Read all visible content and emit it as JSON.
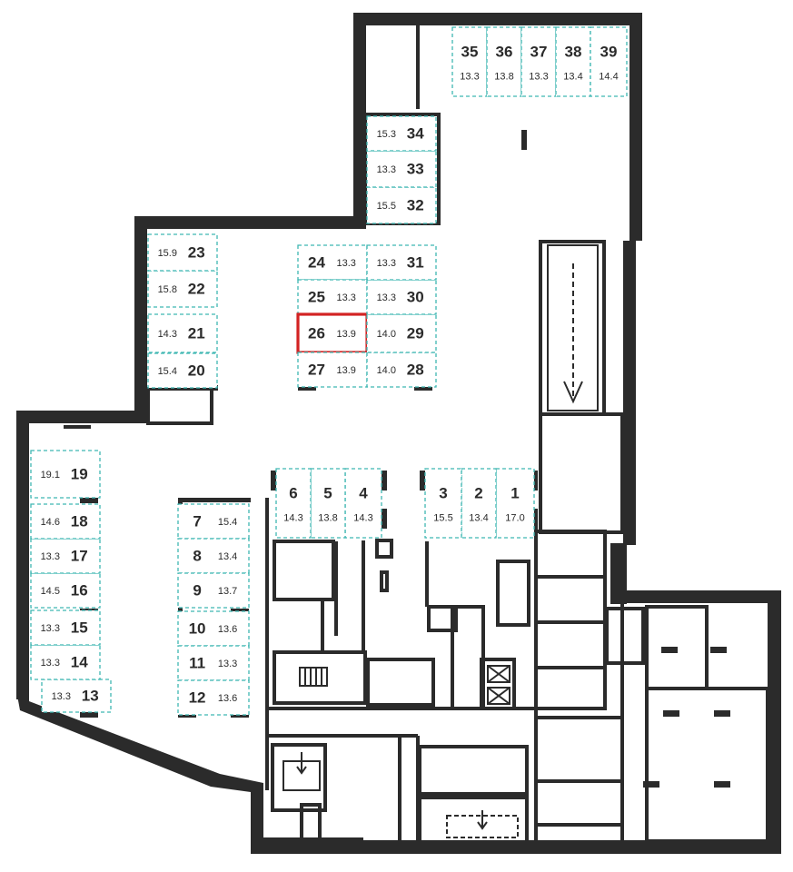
{
  "spots": [
    {
      "id": "1",
      "area": "17.0"
    },
    {
      "id": "2",
      "area": "13.4"
    },
    {
      "id": "3",
      "area": "15.5"
    },
    {
      "id": "4",
      "area": "14.3"
    },
    {
      "id": "5",
      "area": "13.8"
    },
    {
      "id": "6",
      "area": "14.3"
    },
    {
      "id": "7",
      "area": "15.4"
    },
    {
      "id": "8",
      "area": "13.4"
    },
    {
      "id": "9",
      "area": "13.7"
    },
    {
      "id": "10",
      "area": "13.6"
    },
    {
      "id": "11",
      "area": "13.3"
    },
    {
      "id": "12",
      "area": "13.6"
    },
    {
      "id": "13",
      "area": "13.3"
    },
    {
      "id": "14",
      "area": "13.3"
    },
    {
      "id": "15",
      "area": "13.3"
    },
    {
      "id": "16",
      "area": "14.5"
    },
    {
      "id": "17",
      "area": "13.3"
    },
    {
      "id": "18",
      "area": "14.6"
    },
    {
      "id": "19",
      "area": "19.1"
    },
    {
      "id": "20",
      "area": "15.4"
    },
    {
      "id": "21",
      "area": "14.3"
    },
    {
      "id": "22",
      "area": "15.8"
    },
    {
      "id": "23",
      "area": "15.9"
    },
    {
      "id": "24",
      "area": "13.3"
    },
    {
      "id": "25",
      "area": "13.3"
    },
    {
      "id": "26",
      "area": "13.9",
      "selected": true
    },
    {
      "id": "27",
      "area": "13.9"
    },
    {
      "id": "28",
      "area": "14.0"
    },
    {
      "id": "29",
      "area": "14.0"
    },
    {
      "id": "30",
      "area": "13.3"
    },
    {
      "id": "31",
      "area": "13.3"
    },
    {
      "id": "32",
      "area": "15.5"
    },
    {
      "id": "33",
      "area": "13.3"
    },
    {
      "id": "34",
      "area": "15.3"
    },
    {
      "id": "35",
      "area": "13.3"
    },
    {
      "id": "36",
      "area": "13.8"
    },
    {
      "id": "37",
      "area": "13.3"
    },
    {
      "id": "38",
      "area": "13.4"
    },
    {
      "id": "39",
      "area": "14.4"
    }
  ],
  "colors": {
    "wall": "#2b2b2b",
    "spot_border": "#3fb6b2",
    "selected_border": "#d32222"
  },
  "icons": [
    "ramp-arrow-icon",
    "stair-icon",
    "elevator-icon"
  ]
}
